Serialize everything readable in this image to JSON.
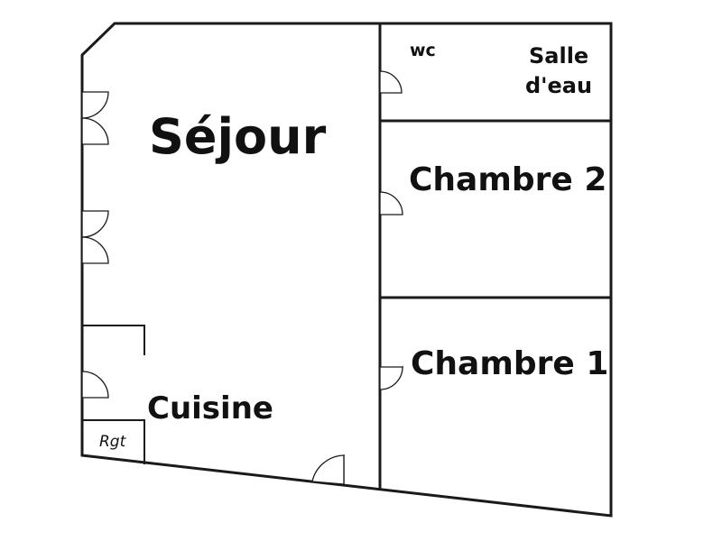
{
  "rooms": {
    "sejour": "Séjour",
    "cuisine": "Cuisine",
    "wc": "wc",
    "salle_deau_line1": "Salle",
    "salle_deau_line2": "d'eau",
    "chambre2": "Chambre 2",
    "chambre1": "Chambre 1",
    "rgt": "Rgt"
  }
}
